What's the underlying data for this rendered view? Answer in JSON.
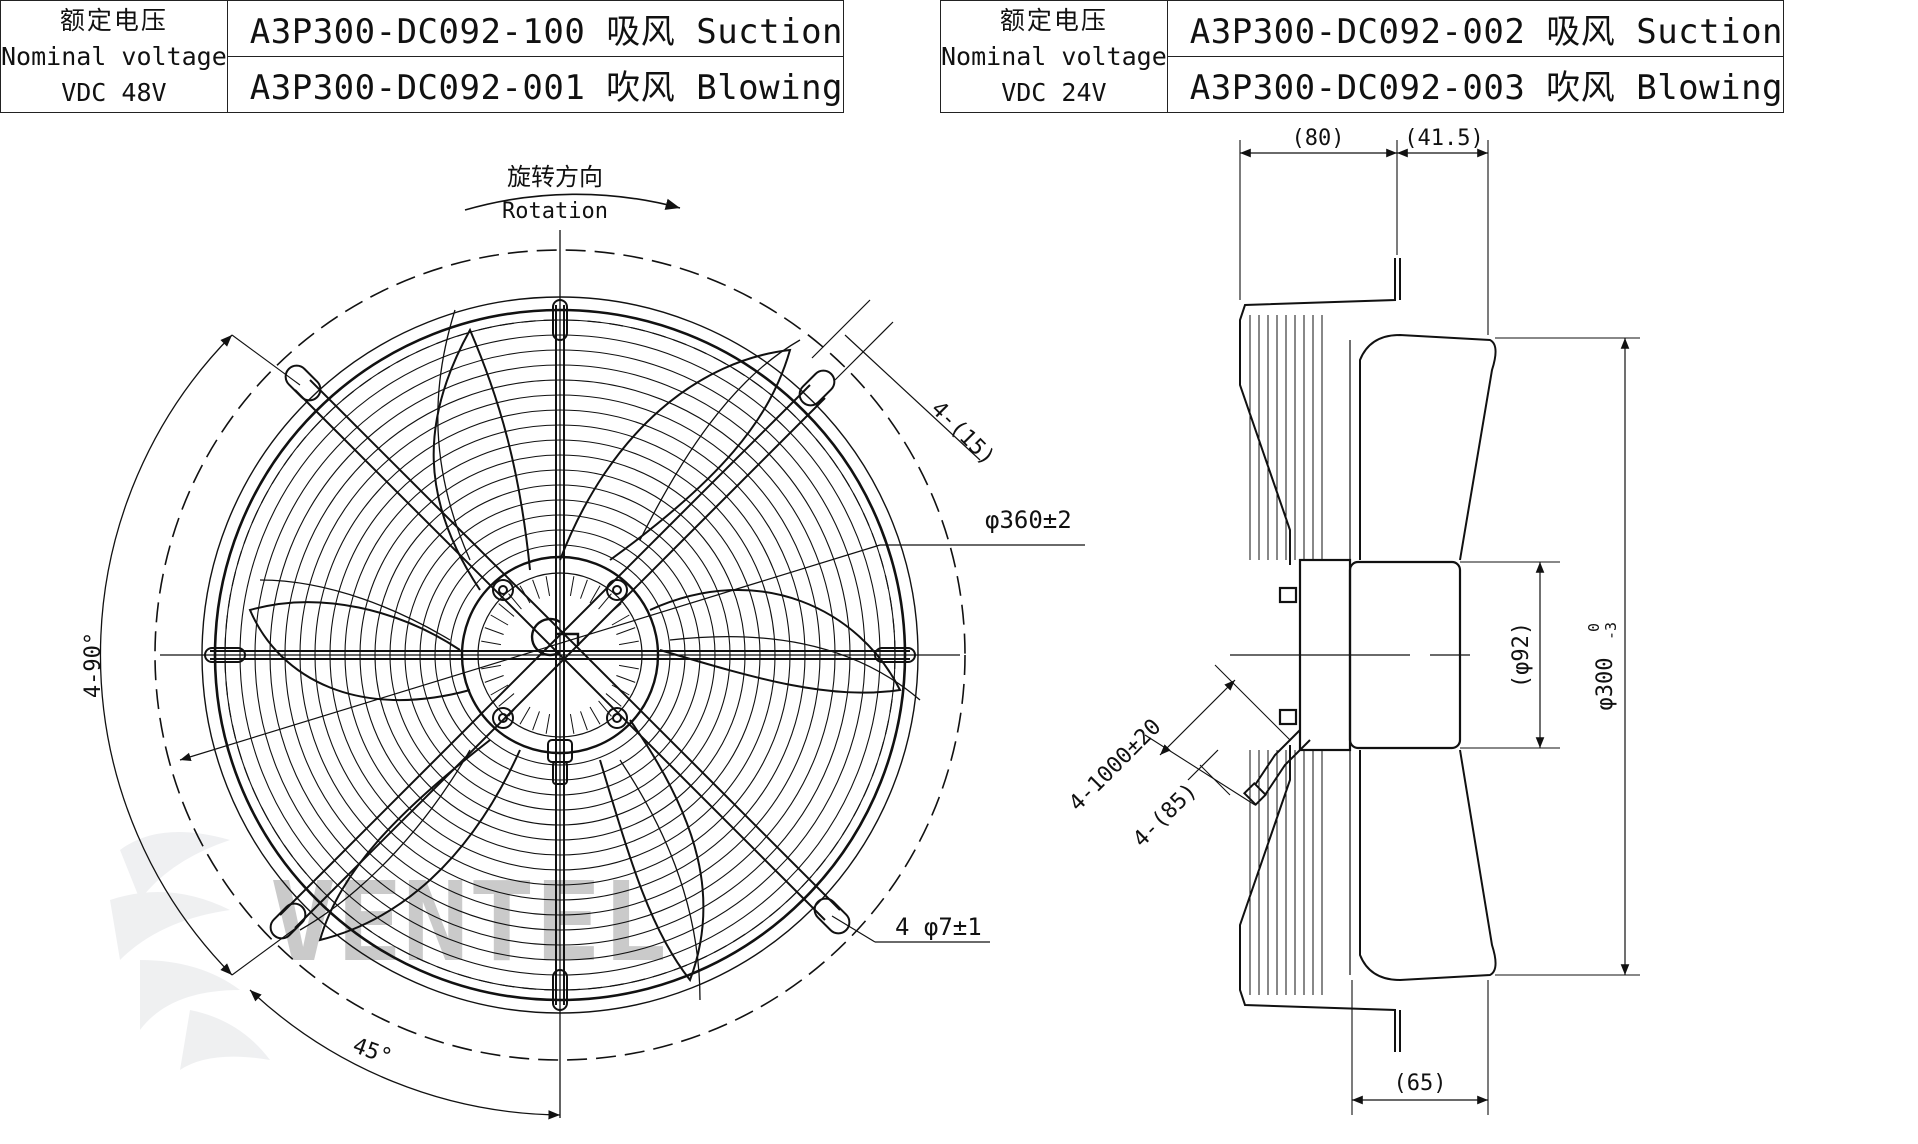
{
  "left_table": {
    "voltage_cn": "额定电压",
    "voltage_en": "Nominal voltage",
    "voltage_value": "VDC 48V",
    "model_suction": "A3P300-DC092-100 吸风 Suction",
    "model_blowing": "A3P300-DC092-001 吹风 Blowing"
  },
  "right_table": {
    "voltage_cn": "额定电压",
    "voltage_en": "Nominal voltage",
    "voltage_value": "VDC 24V",
    "model_suction": "A3P300-DC092-002 吸风 Suction",
    "model_blowing": "A3P300-DC092-003 吹风 Blowing"
  },
  "front_view": {
    "rotation_cn": "旋转方向",
    "rotation_en": "Rotation",
    "dim_slot": "4-(15)",
    "dim_outer_diameter": "φ360±2",
    "dim_holes": "4 φ7±1",
    "dim_angle_90": "4-90°",
    "dim_angle_45": "45°"
  },
  "side_view": {
    "dim_depth_80": "(80)",
    "dim_depth_41_5": "(41.5)",
    "dim_cable": "4-1000±20",
    "dim_cable_strip": "4-(85)",
    "dim_hub": "(φ92)",
    "dim_impeller": "φ300",
    "dim_impeller_tol_upper": "0",
    "dim_impeller_tol_lower": "-3",
    "dim_bottom_65": "(65)"
  },
  "watermark": "VENTEL"
}
